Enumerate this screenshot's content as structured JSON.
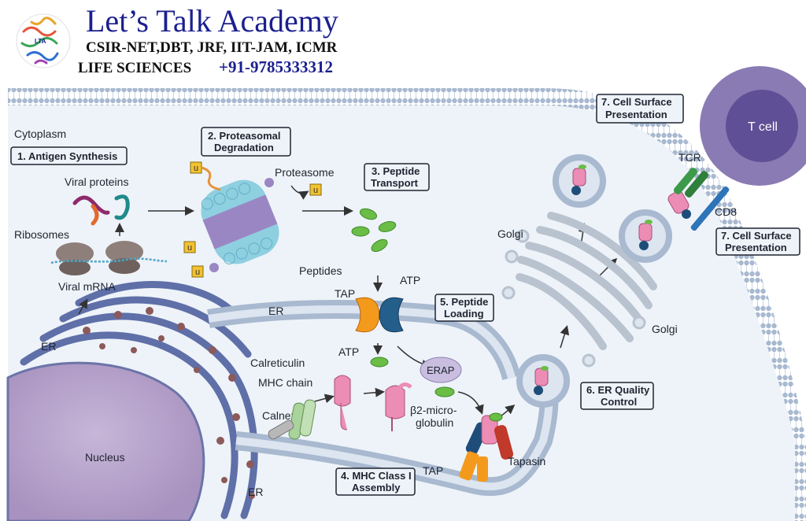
{
  "header": {
    "title": "Let’s Talk Academy",
    "subtitle": "CSIR-NET,DBT, JRF, IIT-JAM, ICMR",
    "life_sciences": "LIFE SCIENCES",
    "phone": "+91-9785333312"
  },
  "steps": {
    "step1": "1. Antigen Synthesis",
    "step2_l1": "2. Proteasomal",
    "step2_l2": "Degradation",
    "step3_l1": "3. Peptide",
    "step3_l2": "Transport",
    "step4_l1": "4. MHC Class I",
    "step4_l2": "Assembly",
    "step5_l1": "5. Peptide",
    "step5_l2": "Loading",
    "step6_l1": "6. ER Quality",
    "step6_l2": "Control",
    "step7a_l1": "7. Cell Surface",
    "step7a_l2": "Presentation",
    "step7b_l1": "7. Cell Surface",
    "step7b_l2": "Presentation"
  },
  "labels": {
    "cytoplasm": "Cytoplasm",
    "viral_proteins": "Viral proteins",
    "ribosomes": "Ribosomes",
    "viral_mrna": "Viral mRNA",
    "proteasome": "Proteasome",
    "ubiquitin": "u",
    "peptides": "Peptides",
    "atp_top": "ATP",
    "atp_bottom": "ATP",
    "tap_top": "TAP",
    "tap_bottom": "TAP",
    "er_upper": "ER",
    "er_left": "ER",
    "er_lower": "ER",
    "erap": "ERAP",
    "calreticulin": "Calreticulin",
    "mhc_chain": "MHC chain",
    "calnexin": "Calnexin",
    "b2_l1": "β2-micro-",
    "b2_l2": "globulin",
    "tapasin": "Tapasin",
    "nucleus": "Nucleus",
    "golgi_top": "Golgi",
    "golgi_right": "Golgi",
    "t_cell": "T cell",
    "tcr": "TCR",
    "cd8": "CD8"
  },
  "colors": {
    "brand": "#1b1f8f",
    "membrane": "#b7c7dd",
    "cytoplasm": "#eef3f9",
    "nucleus": "#b9a5cc",
    "tcell": "#8a7bb4",
    "tap_orange": "#f39a1d",
    "tap_blue": "#245e8a",
    "peptide": "#6abd45",
    "mhc_pink": "#ec8db5"
  }
}
